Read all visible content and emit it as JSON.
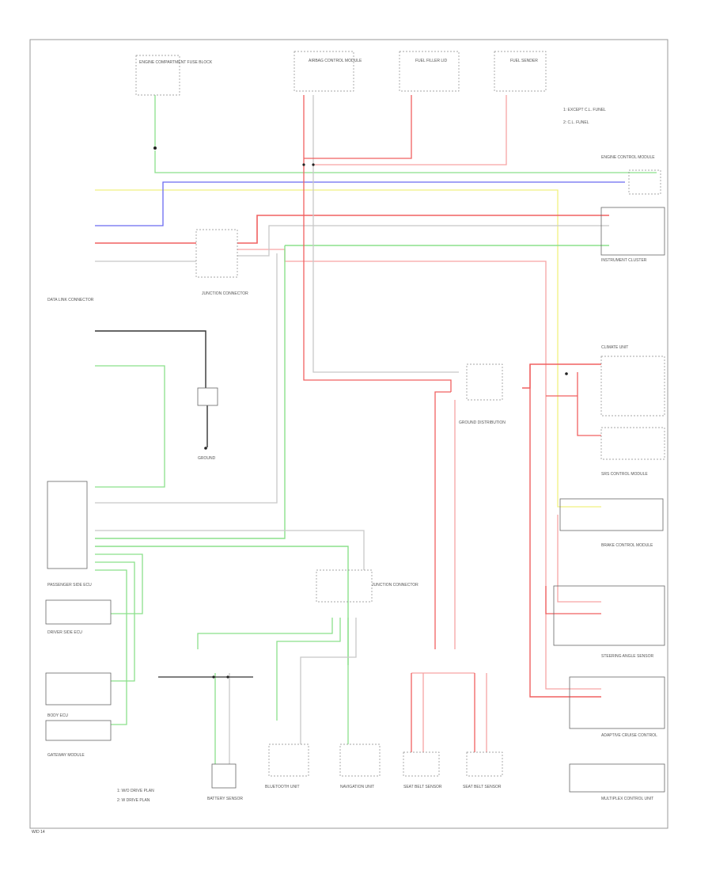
{
  "legend": {
    "item_1": "1: EXCEPT C.L. FUNEL",
    "item_2": "2: C.L. FUNEL",
    "bottom_1": "1: W/O DRIVE PLAN",
    "bottom_2": "2: W DRIVE PLAN"
  },
  "components": {
    "top_left": "ENGINE COMPARTMENT FUSE BLOCK",
    "top_c1": "AIRBAG CONTROL MODULE",
    "top_c2": "FUEL FILLER LID",
    "top_c3": "FUEL SENDER",
    "right_1": "ENGINE CONTROL MODULE",
    "right_2": "INSTRUMENT CLUSTER",
    "right_3": "CLIMATE UNIT",
    "right_4": "SRS CONTROL MODULE",
    "right_5": "BRAKE CONTROL MODULE",
    "right_6": "STEERING ANGLE SENSOR",
    "right_7": "ADAPTIVE CRUISE CONTROL",
    "right_bottom": "MULTIPLEX CONTROL UNIT",
    "left_1": "DATA LINK CONNECTOR",
    "left_2": "PASSENGER SIDE ECU",
    "left_3": "DRIVER SIDE ECU",
    "left_4": "BODY ECU",
    "left_5": "GATEWAY MODULE",
    "center_junction": "JUNCTION CONNECTOR",
    "center_ground": "GROUND DISTRIBUTION",
    "center_module": "JUNCTION CONNECTOR",
    "bottom_1": "BATTERY SENSOR",
    "bottom_2": "BLUETOOTH UNIT",
    "bottom_3": "NAVIGATION UNIT",
    "bottom_4": "SEAT BELT SENSOR",
    "bottom_5": "SEAT BELT SENSOR",
    "mid_ground": "GROUND"
  },
  "wire_colors": {
    "red": "#f06060",
    "pink": "#f6a4a4",
    "green": "#8be08b",
    "blue": "#6a6af0",
    "yellow": "#f0f080",
    "gray": "#a8a8a8",
    "black": "#333333",
    "frame": "#999999"
  },
  "footer": {
    "code": "W/D 14"
  }
}
